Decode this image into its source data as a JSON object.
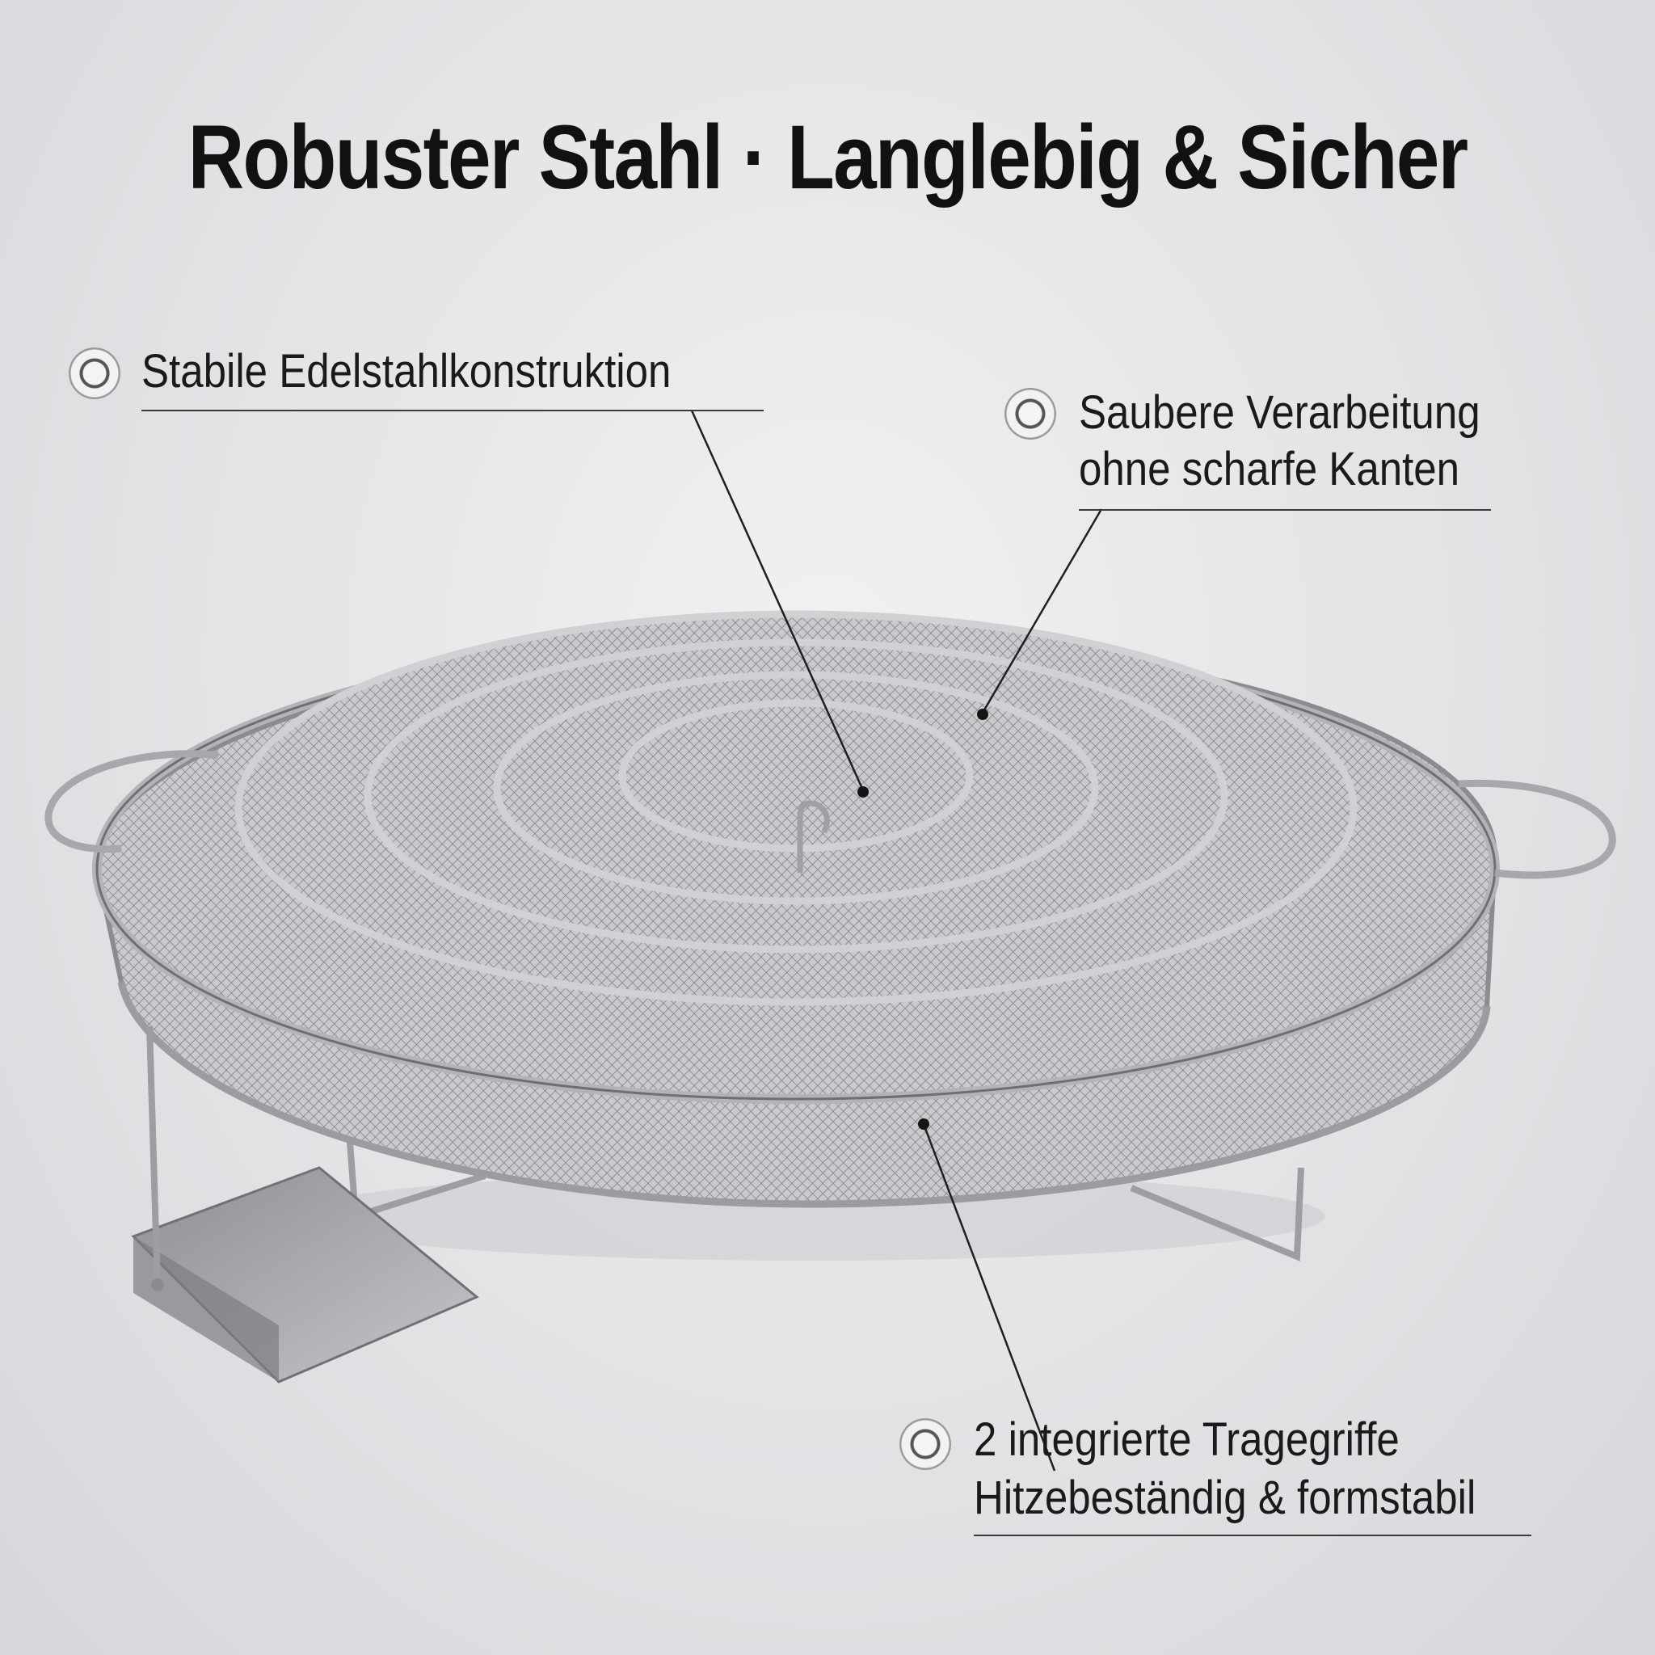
{
  "headline": "Robuster Stahl · Langlebig & Sicher",
  "callouts": {
    "construction": {
      "icon": "target-circle-icon",
      "lines": [
        "Stabile Edelstahlkonstruktion"
      ]
    },
    "finish": {
      "icon": "target-circle-icon",
      "lines": [
        "Saubere Verarbeitung",
        "ohne scharfe Kanten"
      ]
    },
    "handles": {
      "icon": "target-circle-icon",
      "lines": [
        "2 integrierte Tragegriffe",
        "Hitzebeständig & formstabil"
      ]
    }
  },
  "colors": {
    "text": "#111111",
    "steel": "#a7a9ae",
    "background": "#e6e6e9"
  }
}
